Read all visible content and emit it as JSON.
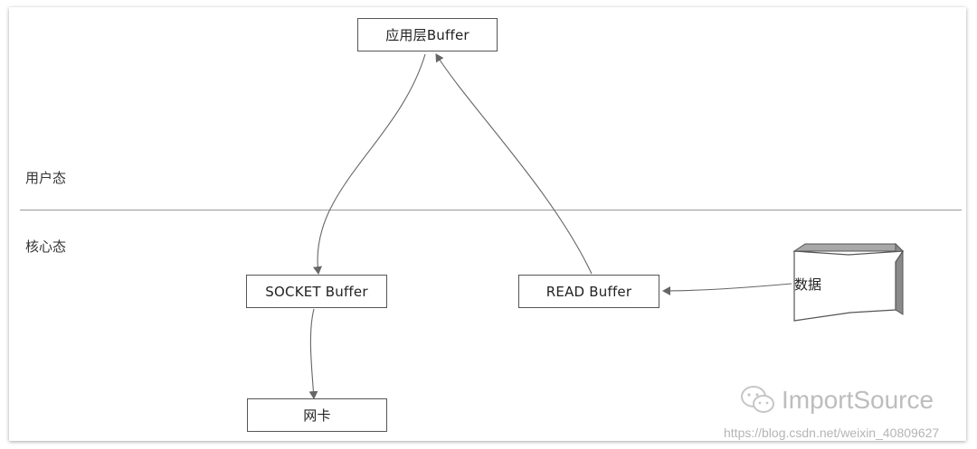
{
  "zones": {
    "user": "用户态",
    "kernel": "核心态"
  },
  "nodes": {
    "app_buffer": "应用层Buffer",
    "socket_buffer": "SOCKET Buffer",
    "read_buffer": "READ Buffer",
    "nic": "网卡",
    "data": "数据"
  },
  "watermark": {
    "brand": "ImportSource",
    "url": "https://blog.csdn.net/weixin_40809627"
  }
}
